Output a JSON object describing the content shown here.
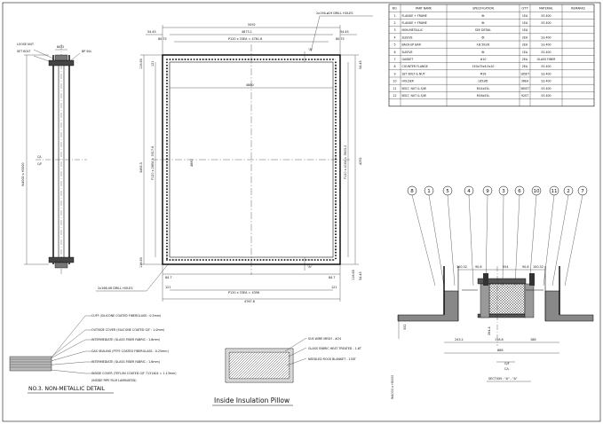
{
  "bom": {
    "headers": [
      "NO.",
      "PART NAME",
      "SPECIFICATION",
      "Q'TY",
      "MATERIAL",
      "REMARKS"
    ],
    "rows": [
      [
        "1",
        "FLANGE + FRAME",
        "6t",
        "1EA",
        "SS 400",
        ""
      ],
      [
        "2",
        "FLANGE + FRAME",
        "6t",
        "1EA",
        "SS 400",
        ""
      ],
      [
        "3",
        "NON-METALLIC",
        "SEE DETAIL",
        "1EA",
        "-",
        ""
      ],
      [
        "4",
        "SLEEVE",
        "6t",
        "2EA",
        "SS 400",
        ""
      ],
      [
        "5",
        "BACK-UP BAR",
        "F.B 50x9t",
        "2EA",
        "SS 400",
        ""
      ],
      [
        "6",
        "SLEEVE",
        "6t",
        "1EA",
        "SS 400",
        ""
      ],
      [
        "7",
        "GASKET",
        "#10",
        "2EA",
        "GLASS FIBER",
        ""
      ],
      [
        "8",
        "COUNTER FLANGE",
        "150x75x6.5x10",
        "2EA",
        "SS 400",
        ""
      ],
      [
        "9",
        "SET BOLT & NUT",
        "M16",
        "185ET",
        "SS 400",
        ""
      ],
      [
        "10",
        "HOLDER",
        "L65x6t",
        "36EA",
        "SS 400",
        ""
      ],
      [
        "11",
        "BOLT, NUT & S/W",
        "M14x55L",
        "360ST",
        "SS 400",
        ""
      ],
      [
        "12",
        "BOLT, NUT & S/W",
        "M16x55L",
        "92ST",
        "SS 400",
        ""
      ]
    ]
  },
  "front_view": {
    "drill_top": "2x156-ø19 DRILL HOLES",
    "drill_bottom": "2x168-ñ6 DRILL HOLES",
    "dim_top_overall": "5092",
    "dim_top_pitch": "4873.1",
    "dim_top_holes": "P120 x 33EA = 4761.6",
    "dim_corner_left_a": "54.45",
    "dim_corner_left_b": "80.75",
    "dim_corner_right_a": "54.45",
    "dim_corner_right_b": "80.75",
    "dim_inner_width": "4880",
    "dim_center_width": "4880",
    "dim_left_vertical": "P120 x 28EA = 3317.6",
    "dim_left_total": "3465.5",
    "dim_right_vertical": "P120 x 41EA = 3603.2",
    "dim_right_total": "4292",
    "dim_bottom_holes": "P120 x 33EA = 4356",
    "dim_bottom_overall": "4767.6",
    "dim_side_small_1": "116.65",
    "dim_side_small_2": "121",
    "dim_side_small_3": "84.7",
    "section_marker": "\"A\""
  },
  "side_view": {
    "label_top_left": "LOOSE NUT",
    "label_top_left2": "SET BOLT",
    "label_top_mid": "6072",
    "label_top_right": "BP 50L",
    "label_height": "W4000 x H5000",
    "label_cl": "C/L",
    "label_cf": "C/F"
  },
  "nm_detail": {
    "title": "NO.3. NON-METALLIC DETAIL",
    "layers": [
      "CUFF (SILICONE COATED FIBERGLASS : 0.5mm)",
      "OUTSIDE COVER (SILICONE COATED G/F : 1.0mm)",
      "INTERMEDIATE (GLASS FIBER FABRIC : 1.6mm)",
      "GAS SEALING (PTFE COATED FIBERGLASS : 0.25mm)",
      "INTERMEDIATE (GLASS FIBER FABRIC : 1.6mm)",
      "INSIDE COVER (TEFLON COATED G/F 7131404 = 1.13mm)",
      "(INSIDE PIPE FILM LAMINATED)"
    ]
  },
  "pillow": {
    "title": "Inside Insulation Pillow",
    "labels": [
      "SUS WIRE MESH - #24",
      "GLASS FABRIC HEAT TREATED - 1.6T",
      "NEEDLED ROCK BLANKET - 150T"
    ]
  },
  "section": {
    "title": "SECTION : \"A\" - \"A\"",
    "balloons": [
      "8",
      "1",
      "5",
      "4",
      "9",
      "3",
      "6",
      "10",
      "11",
      "2",
      "7"
    ],
    "dims": {
      "top_a": "100.32",
      "top_b": "90.8",
      "top_c": "554",
      "top_d": "90.8",
      "top_e": "100.32",
      "mid": "264.4",
      "side": "332",
      "bot_a": "243.2",
      "bot_b": "118.8",
      "bot_c": "188",
      "overall": "868",
      "cf": "G/F",
      "cl": "C/L",
      "vert": "W4000 x H5000"
    }
  }
}
